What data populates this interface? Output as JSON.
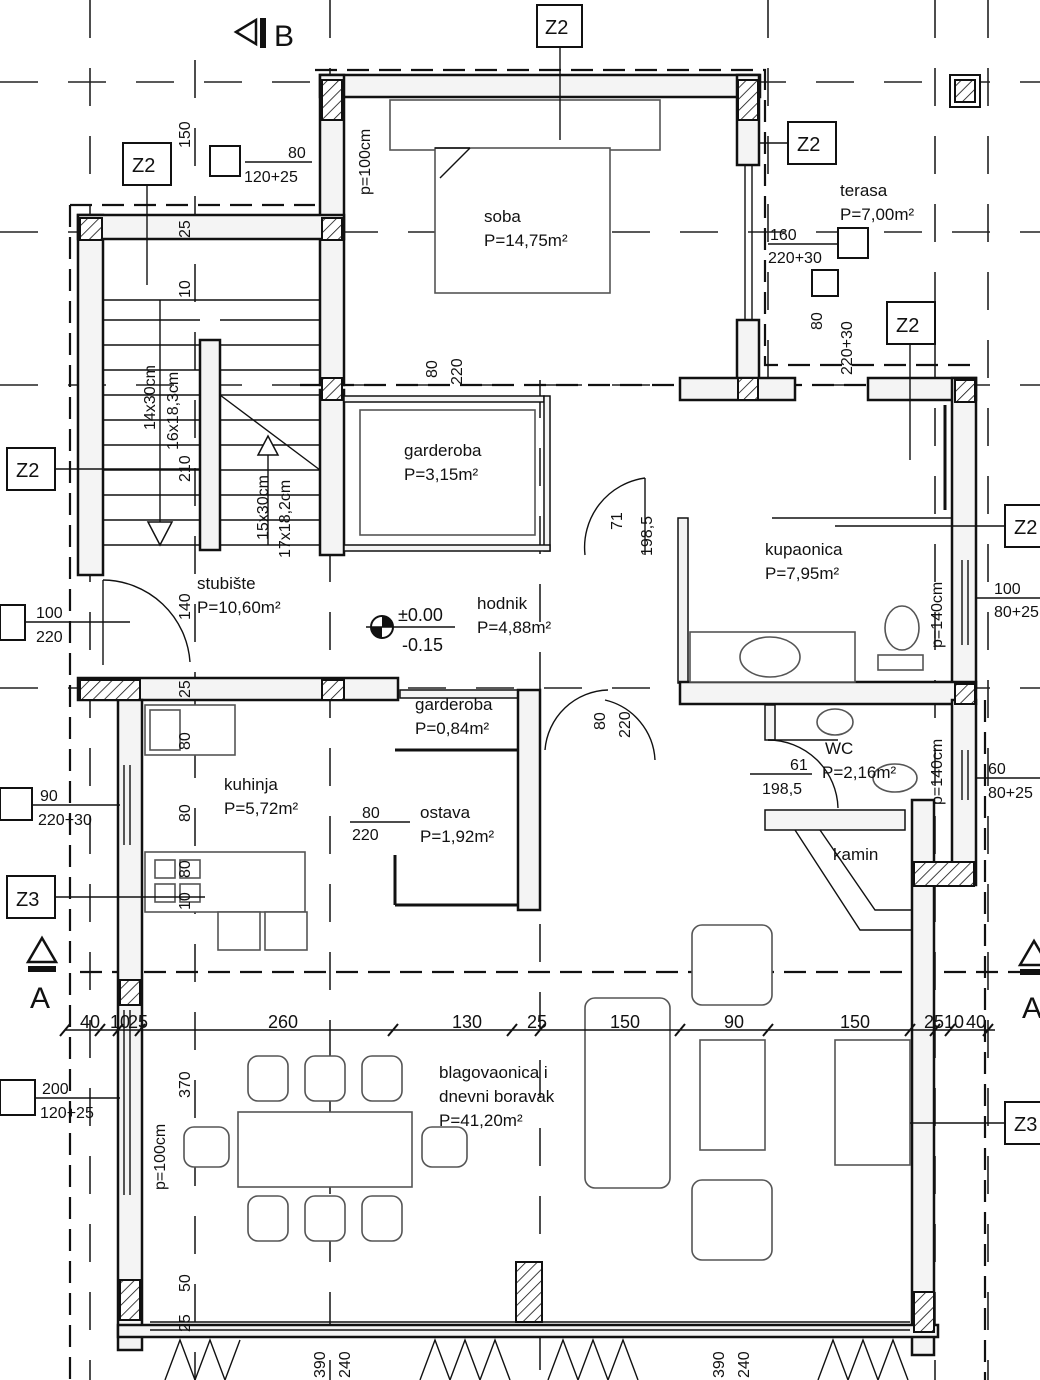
{
  "section_markers": {
    "b": "B",
    "a_left": "A",
    "a_right": "A"
  },
  "tags": {
    "z2_top": "Z2",
    "z2_soba_right": "Z2",
    "z2_stair_top": "Z2",
    "z2_terasa": "Z2",
    "z2_left": "Z2",
    "z2_right": "Z2",
    "z3_left": "Z3",
    "z3_right": "Z3"
  },
  "rooms": [
    {
      "id": "soba",
      "name": "soba",
      "area": "P=14,75m²"
    },
    {
      "id": "terasa",
      "name": "terasa",
      "area": "P=7,00m²"
    },
    {
      "id": "garderoba1",
      "name": "garderoba",
      "area": "P=3,15m²"
    },
    {
      "id": "stubiste",
      "name": "stubište",
      "area": "P=10,60m²"
    },
    {
      "id": "hodnik",
      "name": "hodnik",
      "area": "P=4,88m²"
    },
    {
      "id": "kupaonica",
      "name": "kupaonica",
      "area": "P=7,95m²"
    },
    {
      "id": "garderoba2",
      "name": "garderoba",
      "area": "P=0,84m²"
    },
    {
      "id": "wc",
      "name": "WC",
      "area": "P=2,16m²"
    },
    {
      "id": "kuhinja",
      "name": "kuhinja",
      "area": "P=5,72m²"
    },
    {
      "id": "ostava",
      "name": "ostava",
      "area": "P=1,92m²"
    },
    {
      "id": "kamin",
      "name": "kamin",
      "area": ""
    },
    {
      "id": "dnevni",
      "name": "blagovaonica i",
      "name2": "dnevni boravak",
      "area": "P=41,20m²"
    }
  ],
  "level": {
    "top": "±0.00",
    "bottom": "-0.15"
  },
  "openings": {
    "soba_window": {
      "w": "80",
      "h": "120+25"
    },
    "terasa_door": {
      "w": "160",
      "h": "220+30"
    },
    "terasa_vert": {
      "a": "80",
      "b": "220+30"
    },
    "garderoba_door": {
      "a": "80",
      "b": "220"
    },
    "hodnik_door": {
      "a": "71",
      "b": "198,5"
    },
    "bath_window": {
      "w": "100",
      "h": "80+25"
    },
    "stair_door": {
      "w": "100",
      "h": "220"
    },
    "gard2_door": {
      "a": "80",
      "b": "220"
    },
    "wc_door": {
      "a": "61",
      "b": "198,5"
    },
    "wc_window": {
      "w": "60",
      "h": "80+25"
    },
    "kitchen_window": {
      "w": "90",
      "h": "220+30"
    },
    "ostava_door": {
      "w": "80",
      "h": "220"
    },
    "living_window": {
      "w": "200",
      "h": "120+25"
    }
  },
  "sill_labels": {
    "soba": "p=100cm",
    "kupaonica": "p=140cm",
    "wc": "p=140cm",
    "living": "p=100cm"
  },
  "stairs": {
    "upper": "14x30cm",
    "upper2": "16x18,3cm",
    "lower": "15x30cm",
    "lower2": "17x18,2cm"
  },
  "dimensions_vertical": {
    "d150": "150",
    "d25a": "25",
    "d10": "10",
    "d210": "210",
    "d140": "140",
    "d25b": "25",
    "d80a": "80",
    "d80b": "80",
    "d10b": "10",
    "d80c": "80",
    "d370": "370",
    "d50": "50",
    "d25c": "25",
    "d390a": "390",
    "d240a": "240",
    "d390b": "390",
    "d240b": "240"
  },
  "dimensions_horizontal": [
    "40",
    "10",
    "25",
    "260",
    "130",
    "25",
    "150",
    "90",
    "150",
    "25",
    "10",
    "40"
  ]
}
